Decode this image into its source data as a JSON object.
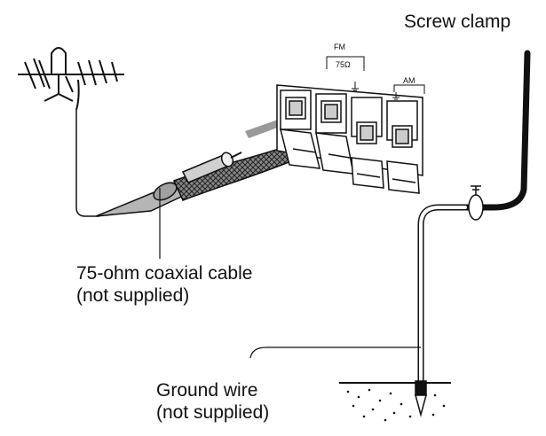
{
  "labels": {
    "screw_clamp": "Screw clamp",
    "coax_line1": "75-ohm coaxial cable",
    "coax_line2": "(not supplied)",
    "ground_line1": "Ground wire",
    "ground_line2": "(not supplied)",
    "fm": "FM",
    "fm_ohm": "75Ω",
    "am": "AM"
  },
  "colors": {
    "ink": "#111111",
    "gray_fill": "#b5b5b5",
    "light_gray": "#dddddd"
  }
}
